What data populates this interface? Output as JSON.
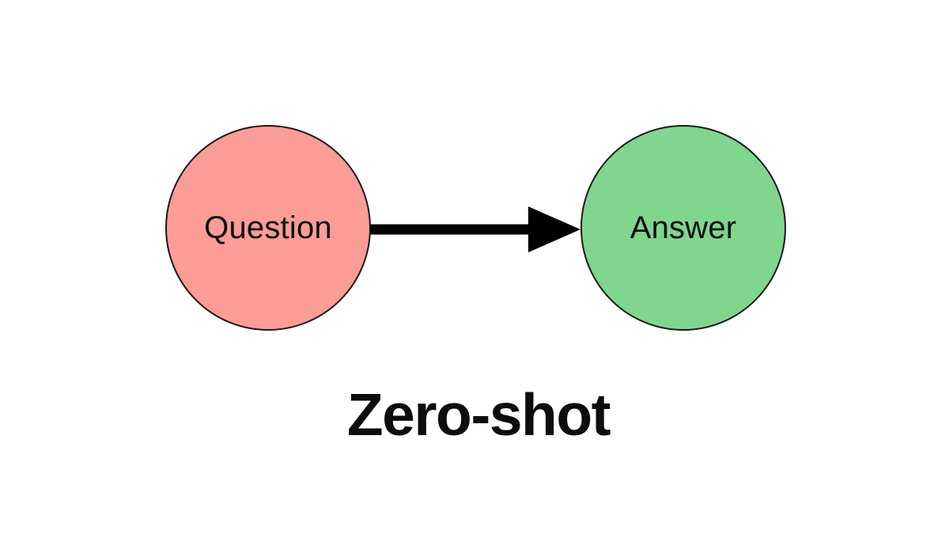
{
  "canvas": {
    "background": "#ffffff"
  },
  "diagram": {
    "title": "Zero-shot",
    "nodes": [
      {
        "id": "question",
        "label": "Question",
        "fill": "#FB9C96",
        "stroke": "#1a1a1a",
        "text_color": "#0d0d0d"
      },
      {
        "id": "answer",
        "label": "Answer",
        "fill": "#80D68F",
        "stroke": "#1a1a1a",
        "text_color": "#0d0d0d"
      }
    ],
    "arrow": {
      "from": "question",
      "to": "answer",
      "direction": "right",
      "color": "#000000"
    }
  }
}
